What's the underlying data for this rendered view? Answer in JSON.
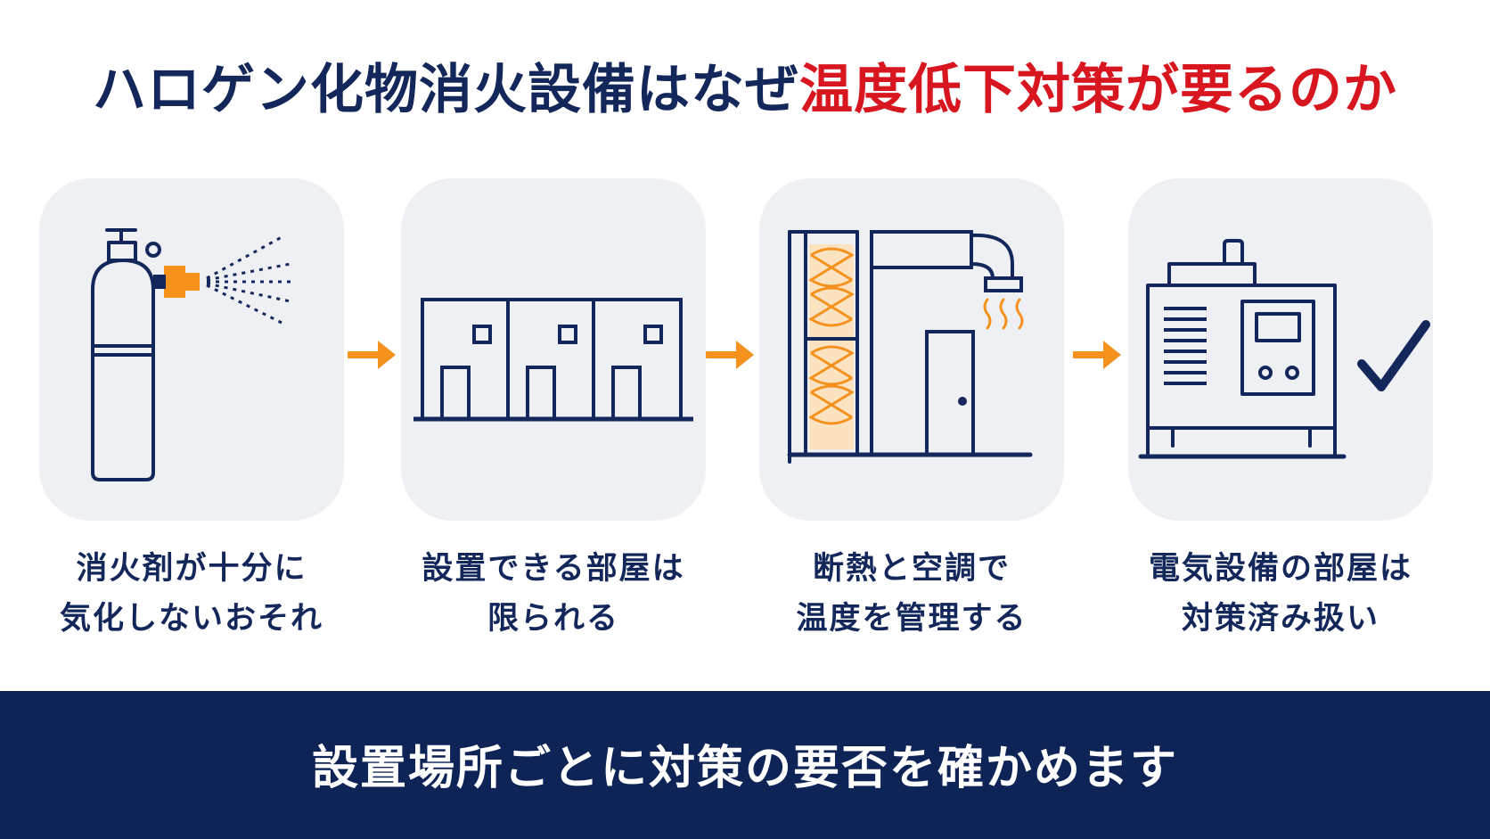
{
  "title": {
    "normal": "ハロゲン化物消火設備はなぜ",
    "accent": "温度低下対策が要るのか"
  },
  "colors": {
    "navy": "#13275a",
    "accent_red": "#d7161f",
    "orange": "#f5921e",
    "card_bg": "#eef0f4",
    "footer_bg": "#0f2456"
  },
  "steps": [
    {
      "icon": "gas-cylinder-spray-icon",
      "line1": "消火剤が十分に",
      "line2": "気化しないおそれ"
    },
    {
      "icon": "rooms-building-icon",
      "line1": "設置できる部屋は",
      "line2": "限られる"
    },
    {
      "icon": "insulation-aircon-icon",
      "line1": "断熱と空調で",
      "line2": "温度を管理する"
    },
    {
      "icon": "electrical-equipment-check-icon",
      "line1": "電気設備の部屋は",
      "line2": "対策済み扱い"
    }
  ],
  "footer": {
    "text": "設置場所ごとに対策の要否を確かめます"
  }
}
